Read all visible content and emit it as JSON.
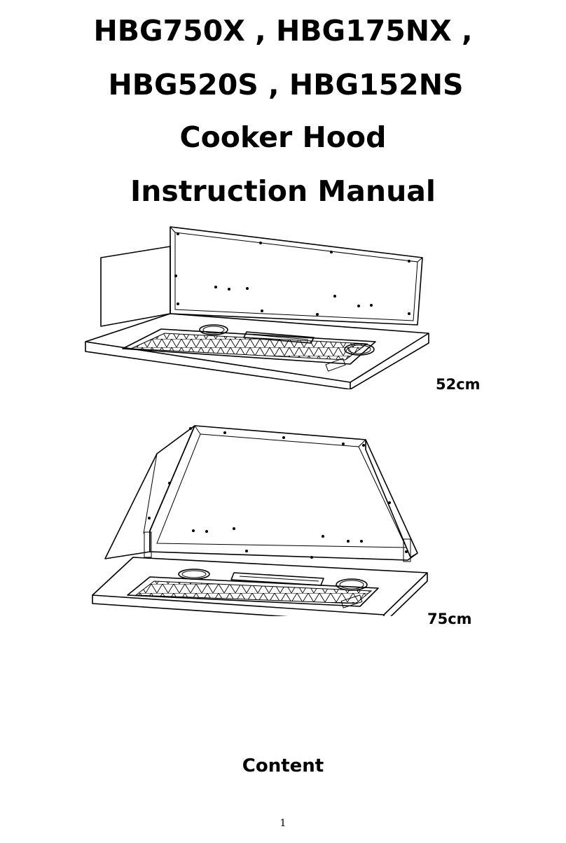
{
  "title": {
    "line1": "HBG750X , HBG175NX ,",
    "line2": "HBG520S , HBG152NS",
    "line3": "Cooker Hood",
    "line4": "Instruction Manual"
  },
  "figures": [
    {
      "label": "52cm"
    },
    {
      "label": "75cm"
    }
  ],
  "section_heading": "Content",
  "page_number": "1"
}
